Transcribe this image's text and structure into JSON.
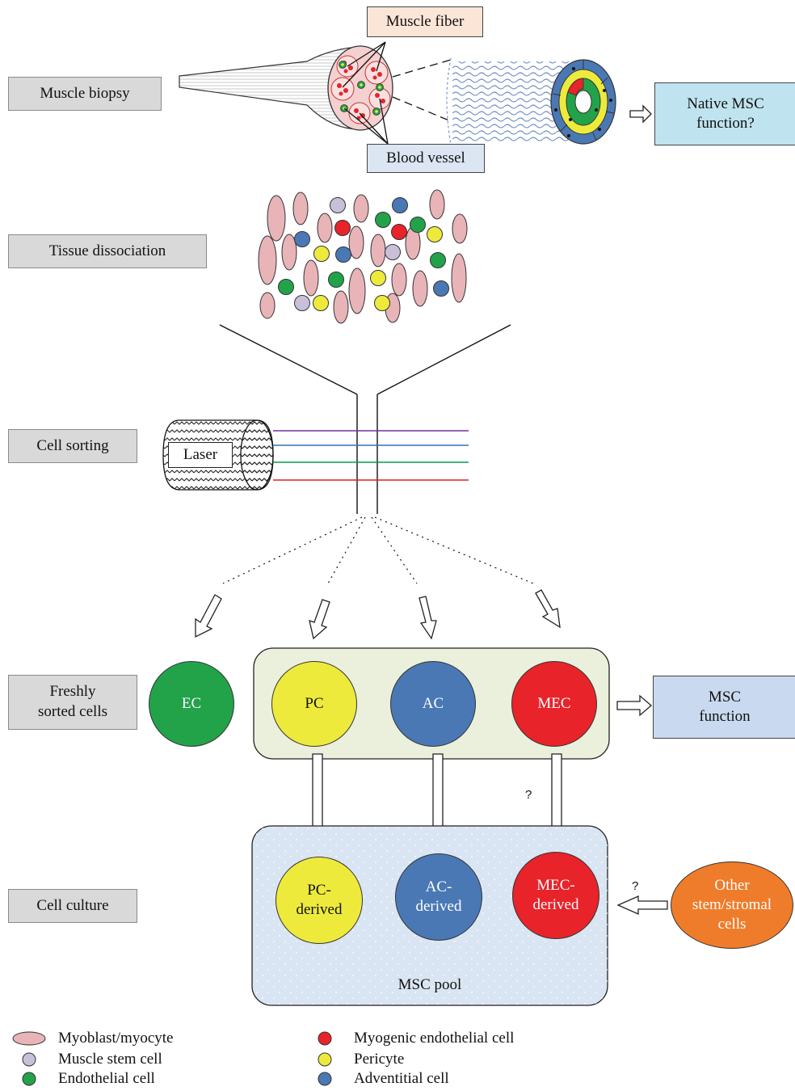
{
  "stages": {
    "muscle_biopsy": "Muscle biopsy",
    "tissue_dissociation": "Tissue dissociation",
    "cell_sorting": "Cell sorting",
    "freshly_sorted": "Freshly\nsorted cells",
    "cell_culture": "Cell culture"
  },
  "biopsy": {
    "muscle_fiber": "Muscle fiber",
    "blood_vessel": "Blood vessel",
    "native_msc": "Native MSC\nfunction?"
  },
  "sorting": {
    "laser": "Laser"
  },
  "sorted_cells": {
    "ec": "EC",
    "pc": "PC",
    "ac": "AC",
    "mec": "MEC",
    "msc_function": "MSC\nfunction"
  },
  "culture": {
    "pc_derived": "PC-\nderived",
    "ac_derived": "AC-\nderived",
    "mec_derived": "MEC-\nderived",
    "other": "Other\nstem/stromal\ncells",
    "pool": "MSC pool",
    "question_mark": "?"
  },
  "legend": {
    "left": [
      "Myoblast/myocyte",
      "Muscle stem cell",
      "Endothelial cell"
    ],
    "right": [
      "Myogenic endothelial cell",
      "Pericyte",
      "Adventitial cell"
    ]
  },
  "colors": {
    "myocyte": "#e8b4b8",
    "stem": "#c8bfd9",
    "endothelial": "#22a34a",
    "myogenic_endothelial": "#e8232a",
    "pericyte": "#eeea3c",
    "adventitial": "#4a78b5",
    "other": "#ef7c2a",
    "pool_bg": "#d9e5f2",
    "sorted_bg": "#eaf0dc",
    "native_box": "#bfe4ef",
    "msc_box": "#c9d9ef",
    "fiber_box": "#fbe5d6",
    "vessel_box": "#dce6f2"
  }
}
